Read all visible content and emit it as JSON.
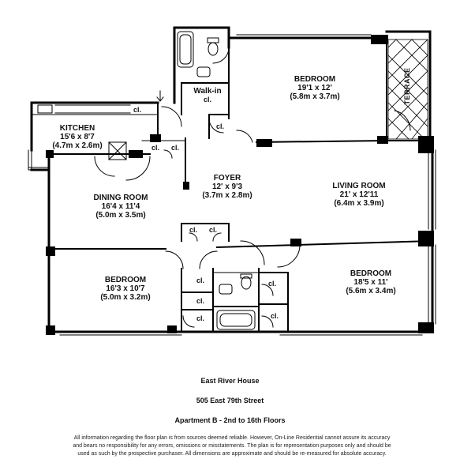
{
  "rooms": {
    "bedroom1": {
      "name": "BEDROOM",
      "dim_ft": "19'1 x 12'",
      "dim_m": "(5.8m x 3.7m)"
    },
    "walkin": {
      "name": "Walk-in",
      "sub": "cl."
    },
    "terrace": {
      "name": "TERRACE"
    },
    "kitchen": {
      "name": "KITCHEN",
      "dim_ft": "15'6 x 8'7",
      "dim_m": "(4.7m x 2.6m)"
    },
    "foyer": {
      "name": "FOYER",
      "dim_ft": "12' x 9'3",
      "dim_m": "(3.7m x 2.8m)"
    },
    "living": {
      "name": "LIVING ROOM",
      "dim_ft": "21' x 12'11",
      "dim_m": "(6.4m x 3.9m)"
    },
    "dining": {
      "name": "DINING ROOM",
      "dim_ft": "16'4 x 11'4",
      "dim_m": "(5.0m x 3.5m)"
    },
    "bedroom2": {
      "name": "BEDROOM",
      "dim_ft": "16'3 x 10'7",
      "dim_m": "(5.0m x 3.2m)"
    },
    "bedroom3": {
      "name": "BEDROOM",
      "dim_ft": "18'5 x 11'",
      "dim_m": "(5.6m x 3.4m)"
    }
  },
  "closet_label": "cl.",
  "footer": {
    "building": "East River House",
    "address": "505 East 79th Street",
    "apartment": "Apartment B - 2nd to 16th Floors",
    "disclaimer": "All information regarding the floor plan is from sources deemed reliable. However, On-Line Residential cannot assure its accuracy and bears no responsibility for any errors, omissions or misstatements. The plan is for representation purposes only and should be used as such by the prospective purchaser. All dimensions are approximate and should be re-measured for absolute accuracy."
  }
}
